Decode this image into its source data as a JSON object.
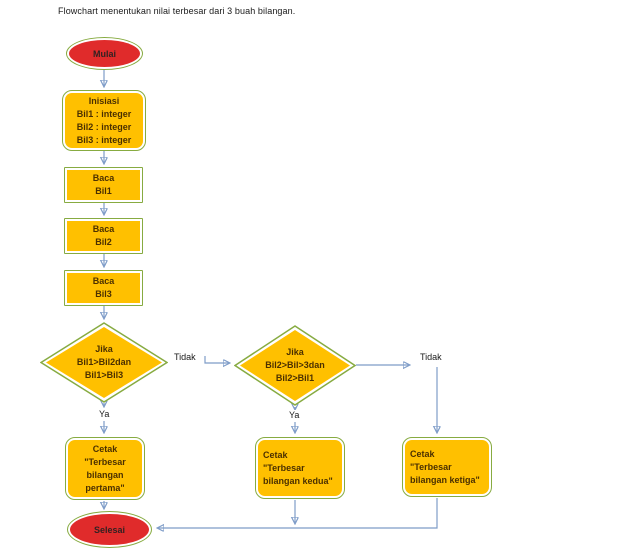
{
  "title": "Flowchart menentukan nilai terbesar dari 3 buah bilangan.",
  "colors": {
    "shape_fill": "#ffc000",
    "shape_border": "#87ab41",
    "terminal_fill": "#e02b2b",
    "connector_line": "#7e9cc8",
    "arrowhead": "#4472c4"
  },
  "shapes": {
    "start": {
      "label": "Mulai"
    },
    "init": {
      "lines": [
        "Inisiasi",
        "Bil1 : integer",
        "Bil2 : integer",
        "Bil3 : integer"
      ]
    },
    "read1": {
      "lines": [
        "Baca",
        "Bil1"
      ]
    },
    "read2": {
      "lines": [
        "Baca",
        "Bil2"
      ]
    },
    "read3": {
      "lines": [
        "Baca",
        "Bil3"
      ]
    },
    "decision1": {
      "lines": [
        "Jika",
        "Bil1>Bil2dan",
        "Bil1>Bil3"
      ]
    },
    "decision2": {
      "lines": [
        "Jika",
        "Bil2>Bil>3dan",
        "Bil2>Bil1"
      ]
    },
    "print1": {
      "lines": [
        "Cetak",
        "\"Terbesar",
        "bilangan",
        "pertama\""
      ]
    },
    "print2": {
      "lines": [
        "Cetak",
        "\"Terbesar",
        "bilangan kedua\""
      ]
    },
    "print3": {
      "lines": [
        "Cetak",
        "\"Terbesar",
        "bilangan ketiga\""
      ]
    },
    "end": {
      "label": "Selesai"
    }
  },
  "branch_labels": {
    "no1": "Tidak",
    "yes1": "Ya",
    "no2": "Tidak",
    "yes2": "Ya"
  }
}
